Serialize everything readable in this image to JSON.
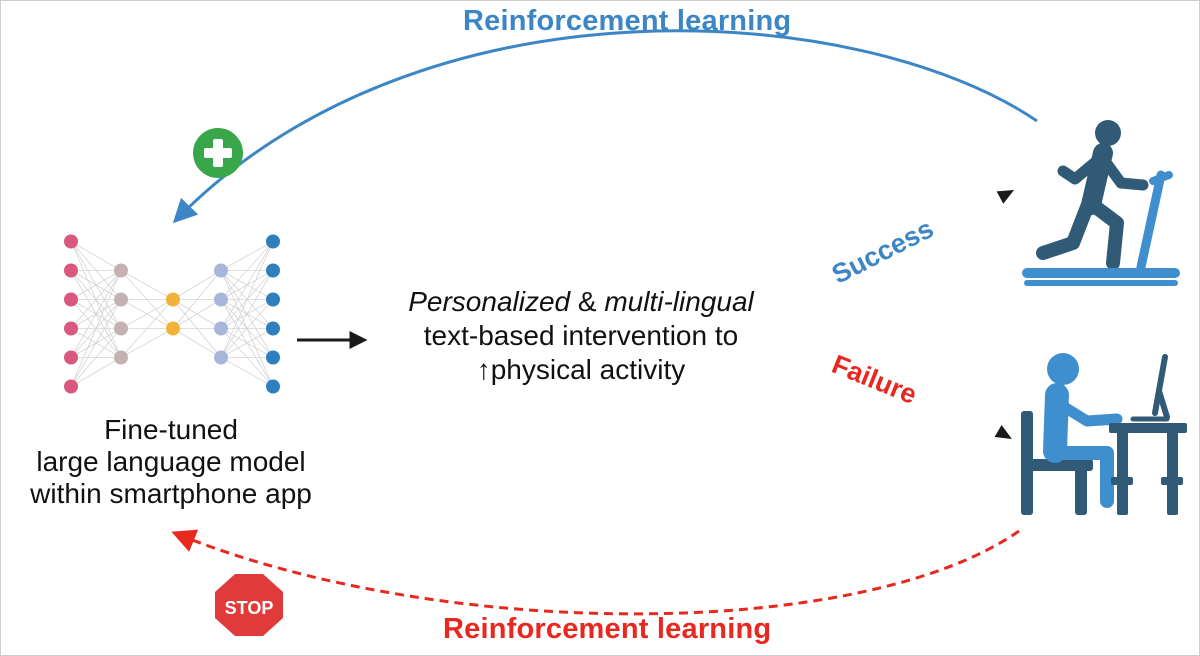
{
  "colors": {
    "reinforcement_positive": "#3d86c6",
    "reinforcement_negative": "#e8281f",
    "plus_badge": "#3aa64a",
    "stop_sign": "#e03a3a",
    "person_success": "#305a76",
    "person_failure": "#3f8fcf",
    "nn_input": "#d8587e",
    "nn_hidden": "#c4b2b2",
    "nn_bottleneck": "#f0b23a",
    "nn_decode": "#a9b6dc",
    "nn_output": "#2f7fbf"
  },
  "top_loop": {
    "label": "Reinforcement learning",
    "icon": "plus-circle-icon"
  },
  "bottom_loop": {
    "label": "Reinforcement learning",
    "icon": "stop-sign-icon",
    "stop_text": "STOP"
  },
  "llm": {
    "icon": "neural-network-icon",
    "caption_line1": "Fine-tuned",
    "caption_line2": "large language model",
    "caption_line3": "within smartphone app"
  },
  "intervention": {
    "italic1": "Personalized",
    "joiner": " & ",
    "italic2": "multi-lingual",
    "line2": "text-based intervention to",
    "line3": "↑physical activity"
  },
  "outcomes": {
    "success": {
      "label": "Success",
      "icon": "treadmill-runner-icon"
    },
    "failure": {
      "label": "Failure",
      "icon": "seated-desk-worker-icon"
    }
  }
}
